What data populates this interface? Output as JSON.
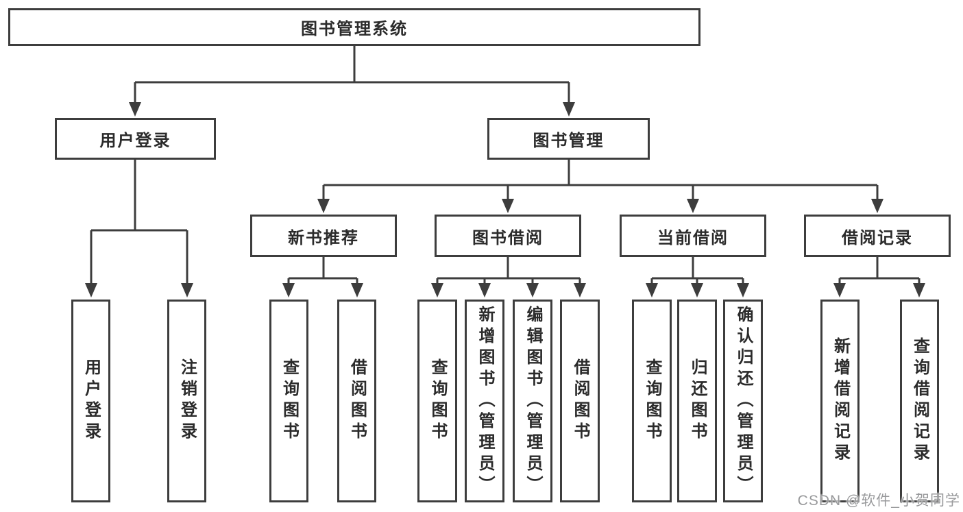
{
  "diagram": {
    "root": {
      "label": "图书管理系统"
    },
    "branches": [
      {
        "label": "用户登录",
        "children": [
          {
            "label": "用户登录"
          },
          {
            "label": "注销登录"
          }
        ]
      },
      {
        "label": "图书管理",
        "children": [
          {
            "label": "新书推荐",
            "children": [
              {
                "label": "查询图书"
              },
              {
                "label": "借阅图书"
              }
            ]
          },
          {
            "label": "图书借阅",
            "children": [
              {
                "label": "查询图书"
              },
              {
                "label": "新增图书（管理员）"
              },
              {
                "label": "编辑图书（管理员）"
              },
              {
                "label": "借阅图书"
              }
            ]
          },
          {
            "label": "当前借阅",
            "children": [
              {
                "label": "查询图书"
              },
              {
                "label": "归还图书"
              },
              {
                "label": "确认归还（管理员）"
              }
            ]
          },
          {
            "label": "借阅记录",
            "children": [
              {
                "label": "新增借阅记录"
              },
              {
                "label": "查询借阅记录"
              }
            ]
          }
        ]
      }
    ]
  },
  "watermark": {
    "text": "CSDN @软件_小贺同学"
  },
  "colors": {
    "line": "#3d3d3d",
    "text": "#2b2b2b",
    "background": "#ffffff",
    "watermark": "#98999b"
  }
}
